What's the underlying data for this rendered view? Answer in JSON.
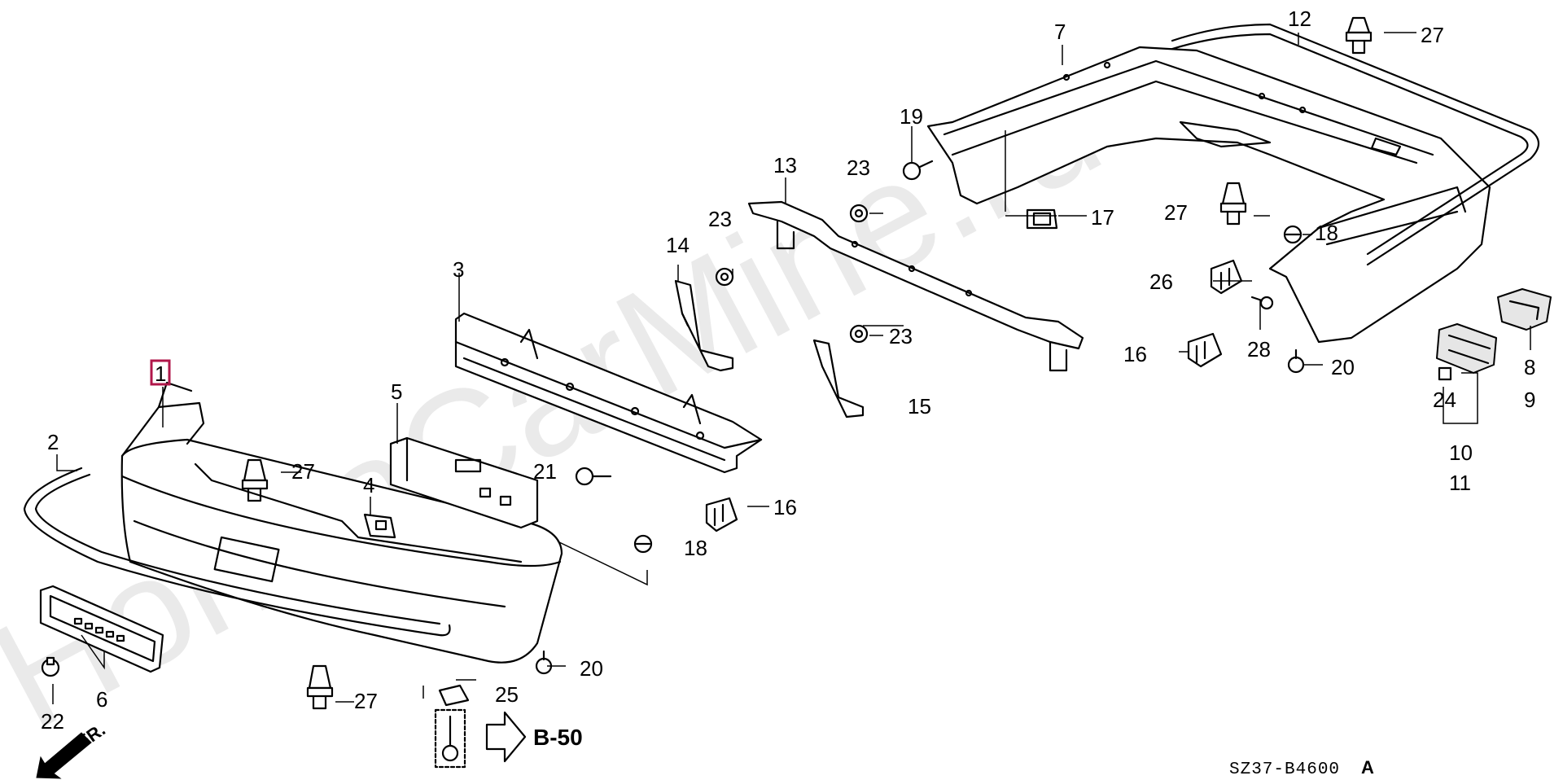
{
  "watermark": "HondaCarMine.ru",
  "callouts": {
    "c1": "1",
    "c2": "2",
    "c3": "3",
    "c4": "4",
    "c5": "5",
    "c6": "6",
    "c7": "7",
    "c8": "8",
    "c9": "9",
    "c10": "10",
    "c11": "11",
    "c12": "12",
    "c13": "13",
    "c14": "14",
    "c15": "15",
    "c16a": "16",
    "c16b": "16",
    "c17": "17",
    "c18a": "18",
    "c18b": "18",
    "c19": "19",
    "c20a": "20",
    "c20b": "20",
    "c21": "21",
    "c22": "22",
    "c23a": "23",
    "c23b": "23",
    "c23c": "23",
    "c24": "24",
    "c25": "25",
    "c26": "26",
    "c27a": "27",
    "c27b": "27",
    "c27c": "27",
    "c27d": "27",
    "c28": "28"
  },
  "highlighted_part": "1",
  "reference_label": "B-50",
  "direction_label": "FR.",
  "diagram_code": "SZ37-B4600",
  "diagram_revision": "A",
  "colors": {
    "highlight": "#b0174a",
    "line": "#000000",
    "watermark": "#d9d9d9"
  }
}
